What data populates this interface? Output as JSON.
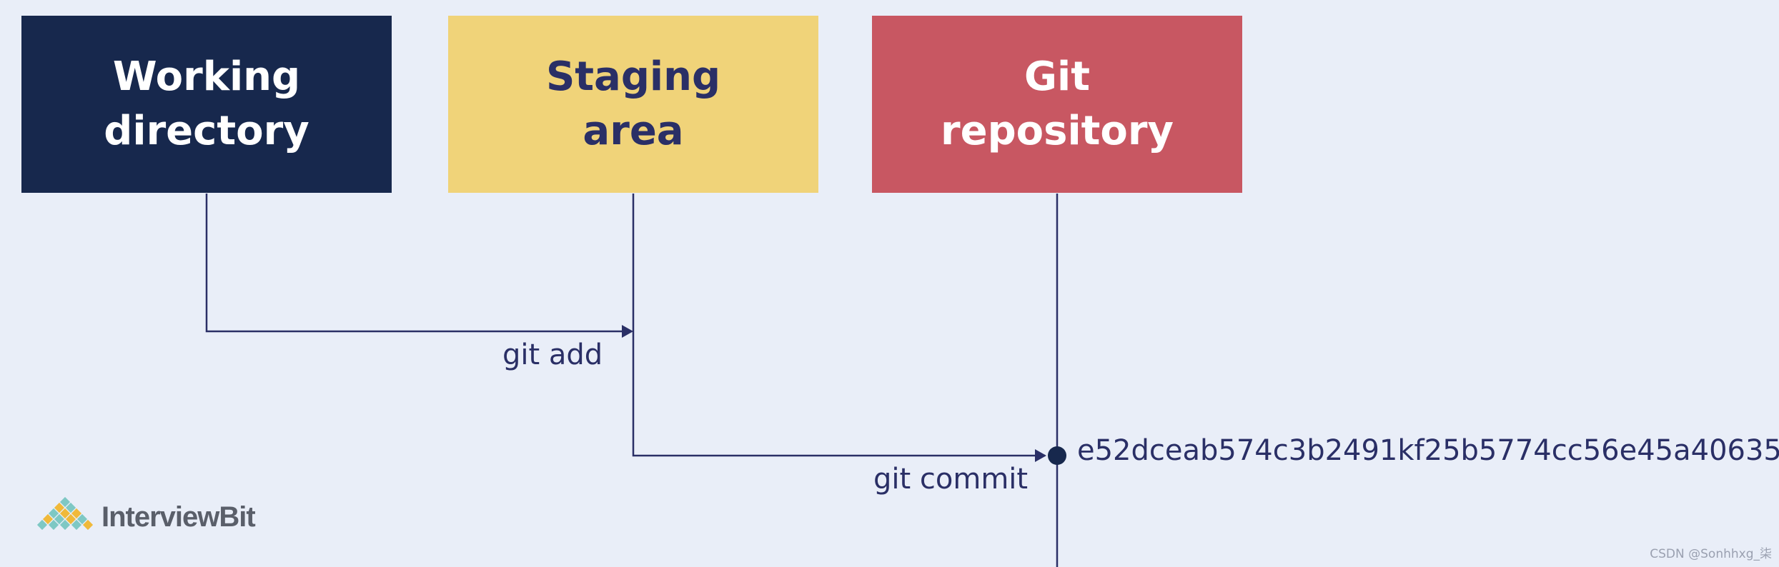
{
  "boxes": {
    "working": {
      "line1": "Working",
      "line2": "directory",
      "color": "#17284d"
    },
    "staging": {
      "line1": "Staging",
      "line2": "area",
      "color": "#f0d379"
    },
    "repo": {
      "line1": "Git",
      "line2": "repository",
      "color": "#c85762"
    }
  },
  "flows": {
    "add_label": "git add",
    "commit_label": "git commit",
    "commit_hash": "e52dceab574c3b2491kf25b5774cc56e45a40635"
  },
  "logo": {
    "text": "InterviewBit",
    "icon": "interviewbit-logo-icon"
  },
  "watermark": "CSDN @Sonhhxg_柒",
  "colors": {
    "line": "#2a2f66",
    "background": "#e9eef8"
  }
}
